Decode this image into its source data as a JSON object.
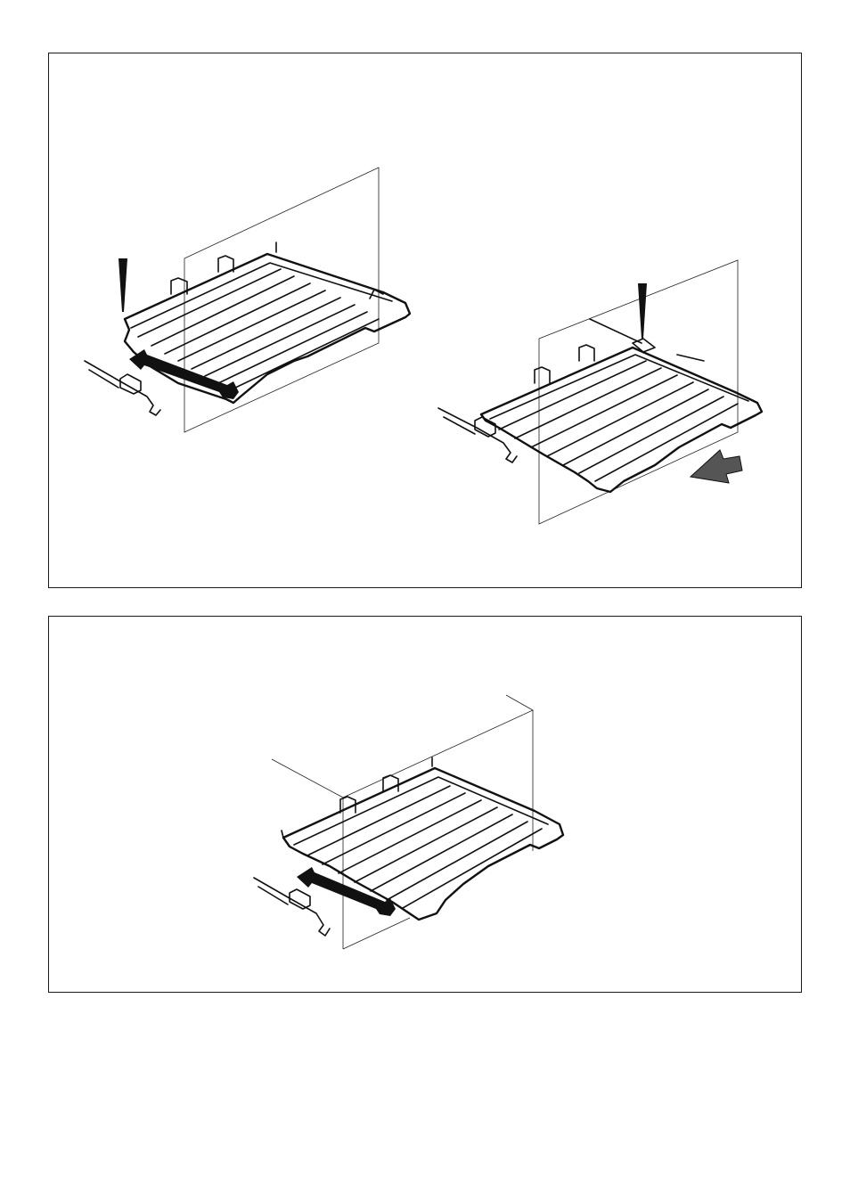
{
  "figure": {
    "panels": [
      {
        "id": "top",
        "views": [
          "removal-arrow-left",
          "insertion-arrow-right"
        ]
      },
      {
        "id": "bottom",
        "views": [
          "removal-arrow-left-box"
        ]
      }
    ],
    "icons": [
      "shelf-rack-icon",
      "pull-arrow-icon",
      "push-arrow-icon",
      "pointer-wedge-icon",
      "side-rail-icon"
    ],
    "colors": {
      "line": "#111111",
      "background": "#ffffff",
      "arrow_fill": "#1a1a1a",
      "push_arrow_fill": "#555555"
    }
  }
}
